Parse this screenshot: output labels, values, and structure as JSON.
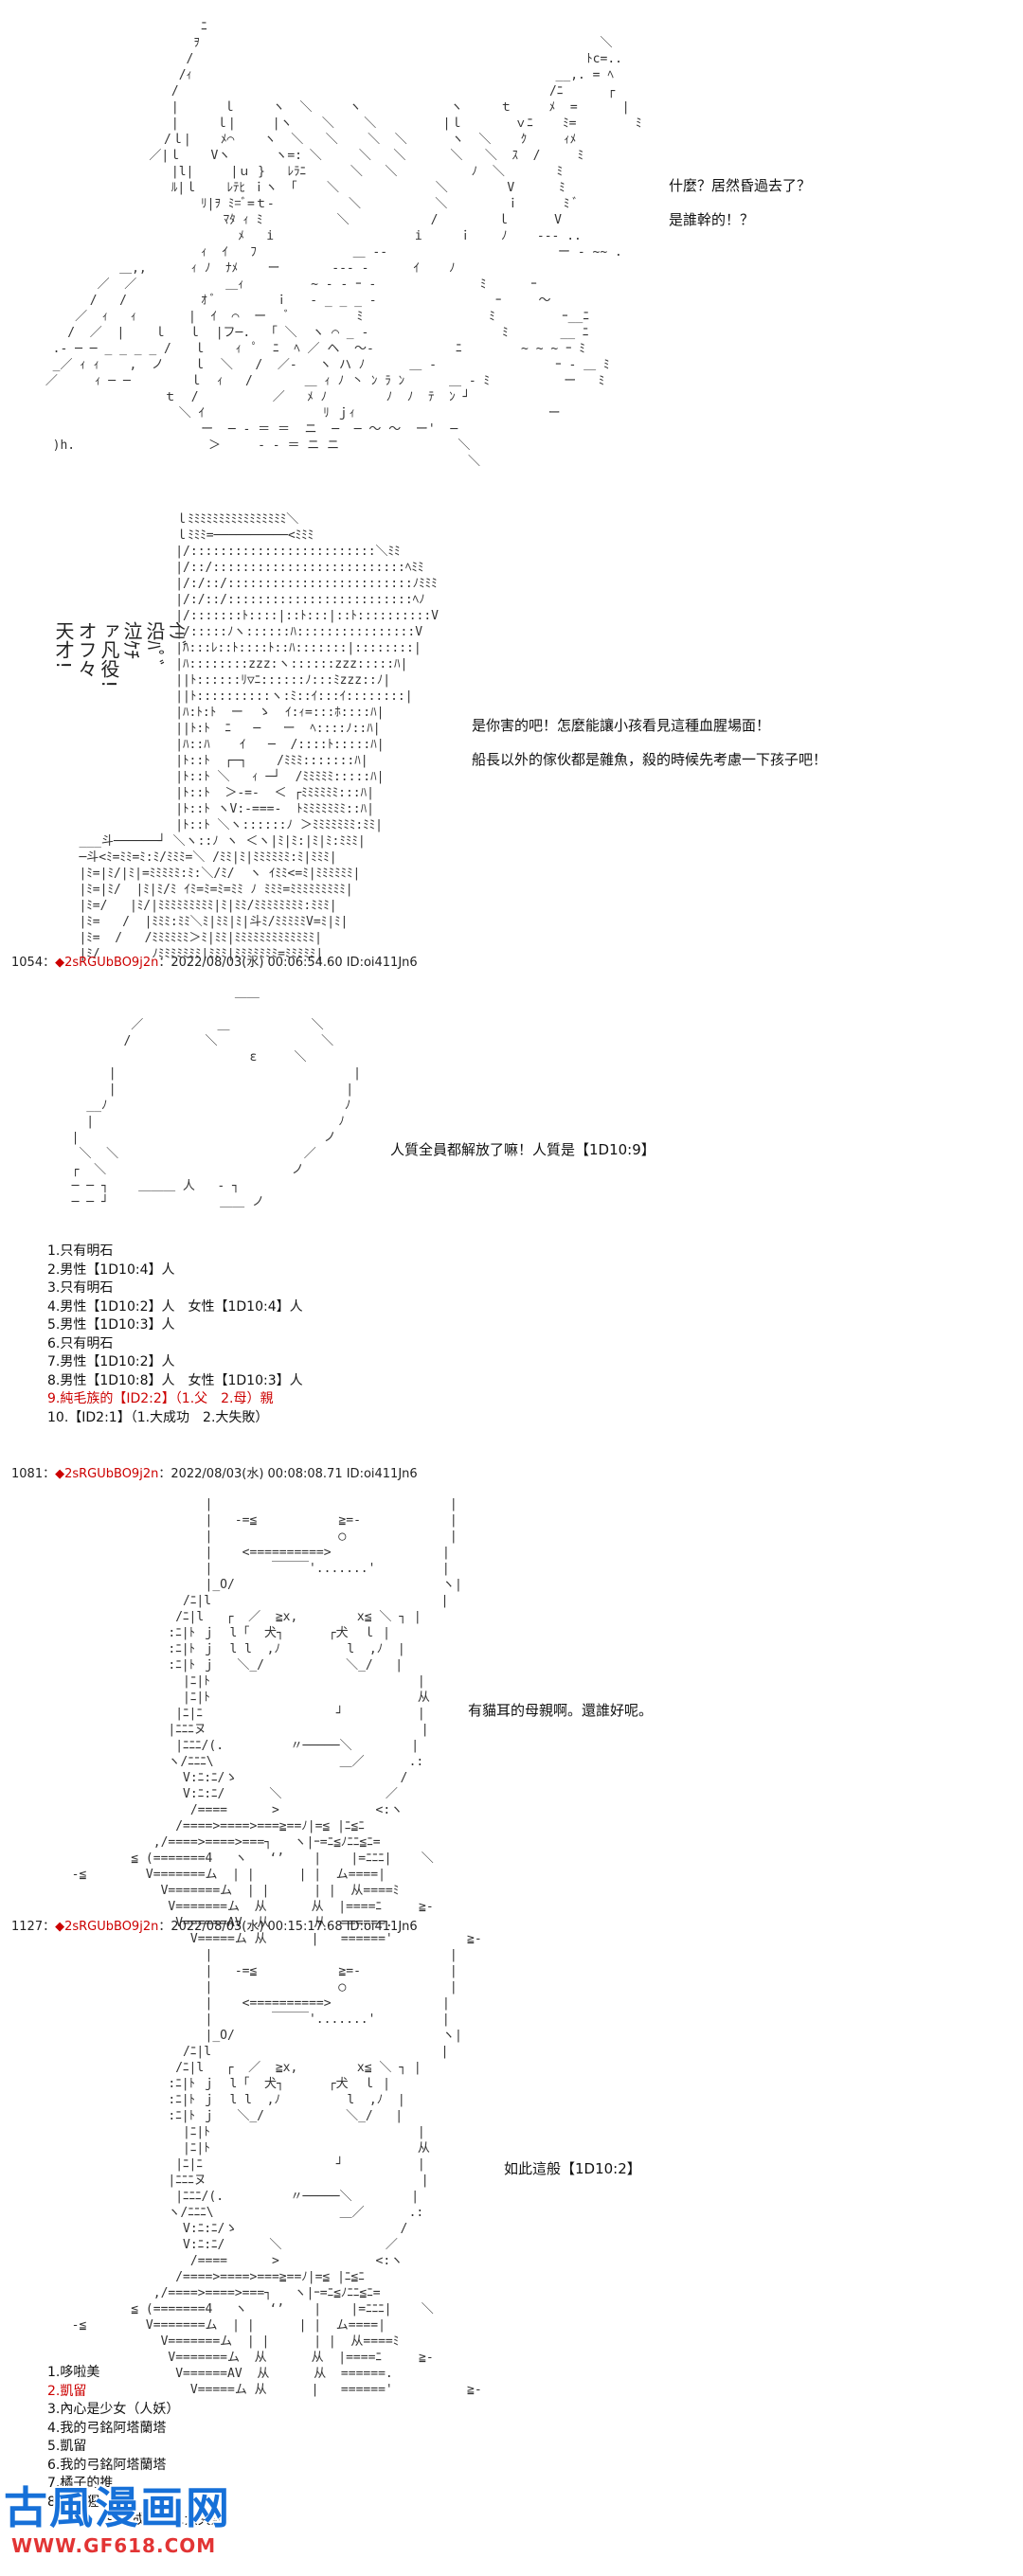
{
  "panel1": {
    "lines": [
      "什麼？居然昏過去了？",
      "是誰幹的！？"
    ]
  },
  "panel2": {
    "vertical_text": [
      "天才!",
      "オフ々",
      "ァ凡役!",
      "泣ｹﾁ",
      "沿ﾊﾟﾞ",
      "ｲﾘﾞ"
    ],
    "lines": [
      "是你害的吧！怎麼能讓小孩看見這種血腥場面！",
      "船長以外的傢伙都是雜魚，殺的時候先考慮一下孩子吧！"
    ]
  },
  "post1054": {
    "number": "1054：",
    "trip": "◆2sRGUbBO9j2n",
    "meta": "：2022/08/03(水) 00:06:54.60 ID:oi411Jn6",
    "line": "人質全員都解放了嘛！人質是【1D10:9】",
    "rolls": [
      {
        "text": "1.只有明石",
        "red": false
      },
      {
        "text": "2.男性【1D10:4】人",
        "red": false
      },
      {
        "text": "3.只有明石",
        "red": false
      },
      {
        "text": "4.男性【1D10:2】人　女性【1D10:4】人",
        "red": false
      },
      {
        "text": "5.男性【1D10:3】人",
        "red": false
      },
      {
        "text": "6.只有明石",
        "red": false
      },
      {
        "text": "7.男性【1D10:2】人",
        "red": false
      },
      {
        "text": "8.男性【1D10:8】人　女性【1D10:3】人",
        "red": false
      },
      {
        "text": "9.純毛族的【ID2:2】（1.父　2.母）親",
        "red": true
      },
      {
        "text": "10.【ID2:1】（1.大成功　2.大失敗）",
        "red": false
      }
    ]
  },
  "post1081": {
    "number": "1081：",
    "trip": "◆2sRGUbBO9j2n",
    "meta": "：2022/08/03(水) 00:08:08.71 ID:oi411Jn6",
    "line": "有貓耳的母親啊。還誰好呢。"
  },
  "post1127": {
    "number": "1127：",
    "trip": "◆2sRGUbBO9j2n",
    "meta": "：2022/08/03(水) 00:15:17.68 ID:oi411Jn6",
    "line": "如此這般【1D10:2】",
    "rolls": [
      {
        "text": "1.哆啦美",
        "red": false
      },
      {
        "text": "2.凱留",
        "red": true
      },
      {
        "text": "3.內心是少女（人妖）",
        "red": false
      },
      {
        "text": "4.我的弓銘阿塔蘭塔",
        "red": false
      },
      {
        "text": "5.凱留",
        "red": false
      },
      {
        "text": "6.我的弓銘阿塔蘭塔",
        "red": false
      },
      {
        "text": "7.橘子的推",
        "red": false
      },
      {
        "text": "8.大猩猩",
        "red": false
      },
      {
        "text": "9.大成功　2.大失敗）",
        "red": false
      }
    ]
  },
  "watermark": {
    "title": "古風漫画网",
    "url": "WWW.GF618.COM"
  }
}
